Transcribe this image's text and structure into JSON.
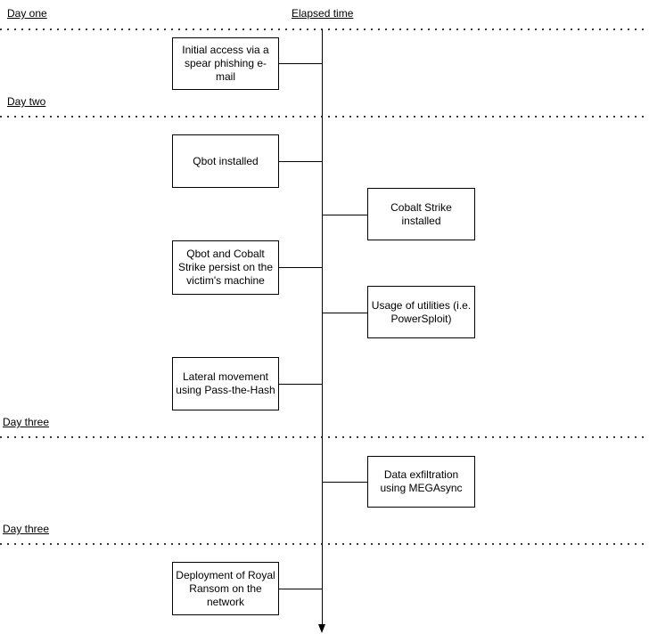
{
  "diagram": {
    "axis_label": "Elapsed time",
    "day_markers": [
      {
        "label": "Day one"
      },
      {
        "label": "Day two"
      },
      {
        "label": "Day three"
      },
      {
        "label": "Day three"
      }
    ],
    "events": [
      {
        "label": "Initial access via a spear phishing e-mail",
        "side": "left",
        "day_section": 0
      },
      {
        "label": "Qbot installed",
        "side": "left",
        "day_section": 1
      },
      {
        "label": "Cobalt Strike installed",
        "side": "right",
        "day_section": 1
      },
      {
        "label": "Qbot and Cobalt Strike persist on the victim's machine",
        "side": "left",
        "day_section": 1
      },
      {
        "label": "Usage of utilities (i.e. PowerSploit)",
        "side": "right",
        "day_section": 1
      },
      {
        "label": "Lateral movement using Pass-the-Hash",
        "side": "left",
        "day_section": 1
      },
      {
        "label": "Data exfiltration using MEGAsync",
        "side": "right",
        "day_section": 2
      },
      {
        "label": "Deployment of Royal Ransom on the network",
        "side": "left",
        "day_section": 3
      }
    ],
    "colors": {
      "line": "#000000",
      "box_border": "#000000",
      "text": "#000000",
      "background": "#ffffff"
    }
  }
}
